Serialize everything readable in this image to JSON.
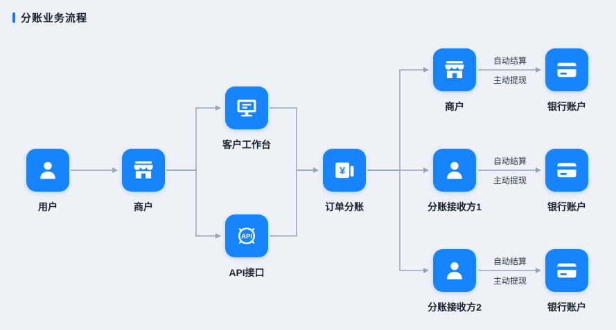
{
  "title": "分账业务流程",
  "nodes": {
    "user": {
      "label": "用户"
    },
    "merchant": {
      "label": "商户"
    },
    "workbench": {
      "label": "客户工作台"
    },
    "api": {
      "label": "API接口",
      "badge": "API"
    },
    "order": {
      "label": "订单分账",
      "symbol": "¥"
    },
    "merchant2": {
      "label": "商户"
    },
    "receiver1": {
      "label": "分账接收方1"
    },
    "receiver2": {
      "label": "分账接收方2"
    },
    "bank1": {
      "label": "银行账户"
    },
    "bank2": {
      "label": "银行账户"
    },
    "bank3": {
      "label": "银行账户"
    }
  },
  "edges": {
    "auto_settle": "自动结算",
    "withdraw": "主动提现"
  },
  "colors": {
    "accent": "#1684fc",
    "title_bar": "#1677ff",
    "arrow": "#9aa6b6",
    "background": "#eef1f6"
  }
}
